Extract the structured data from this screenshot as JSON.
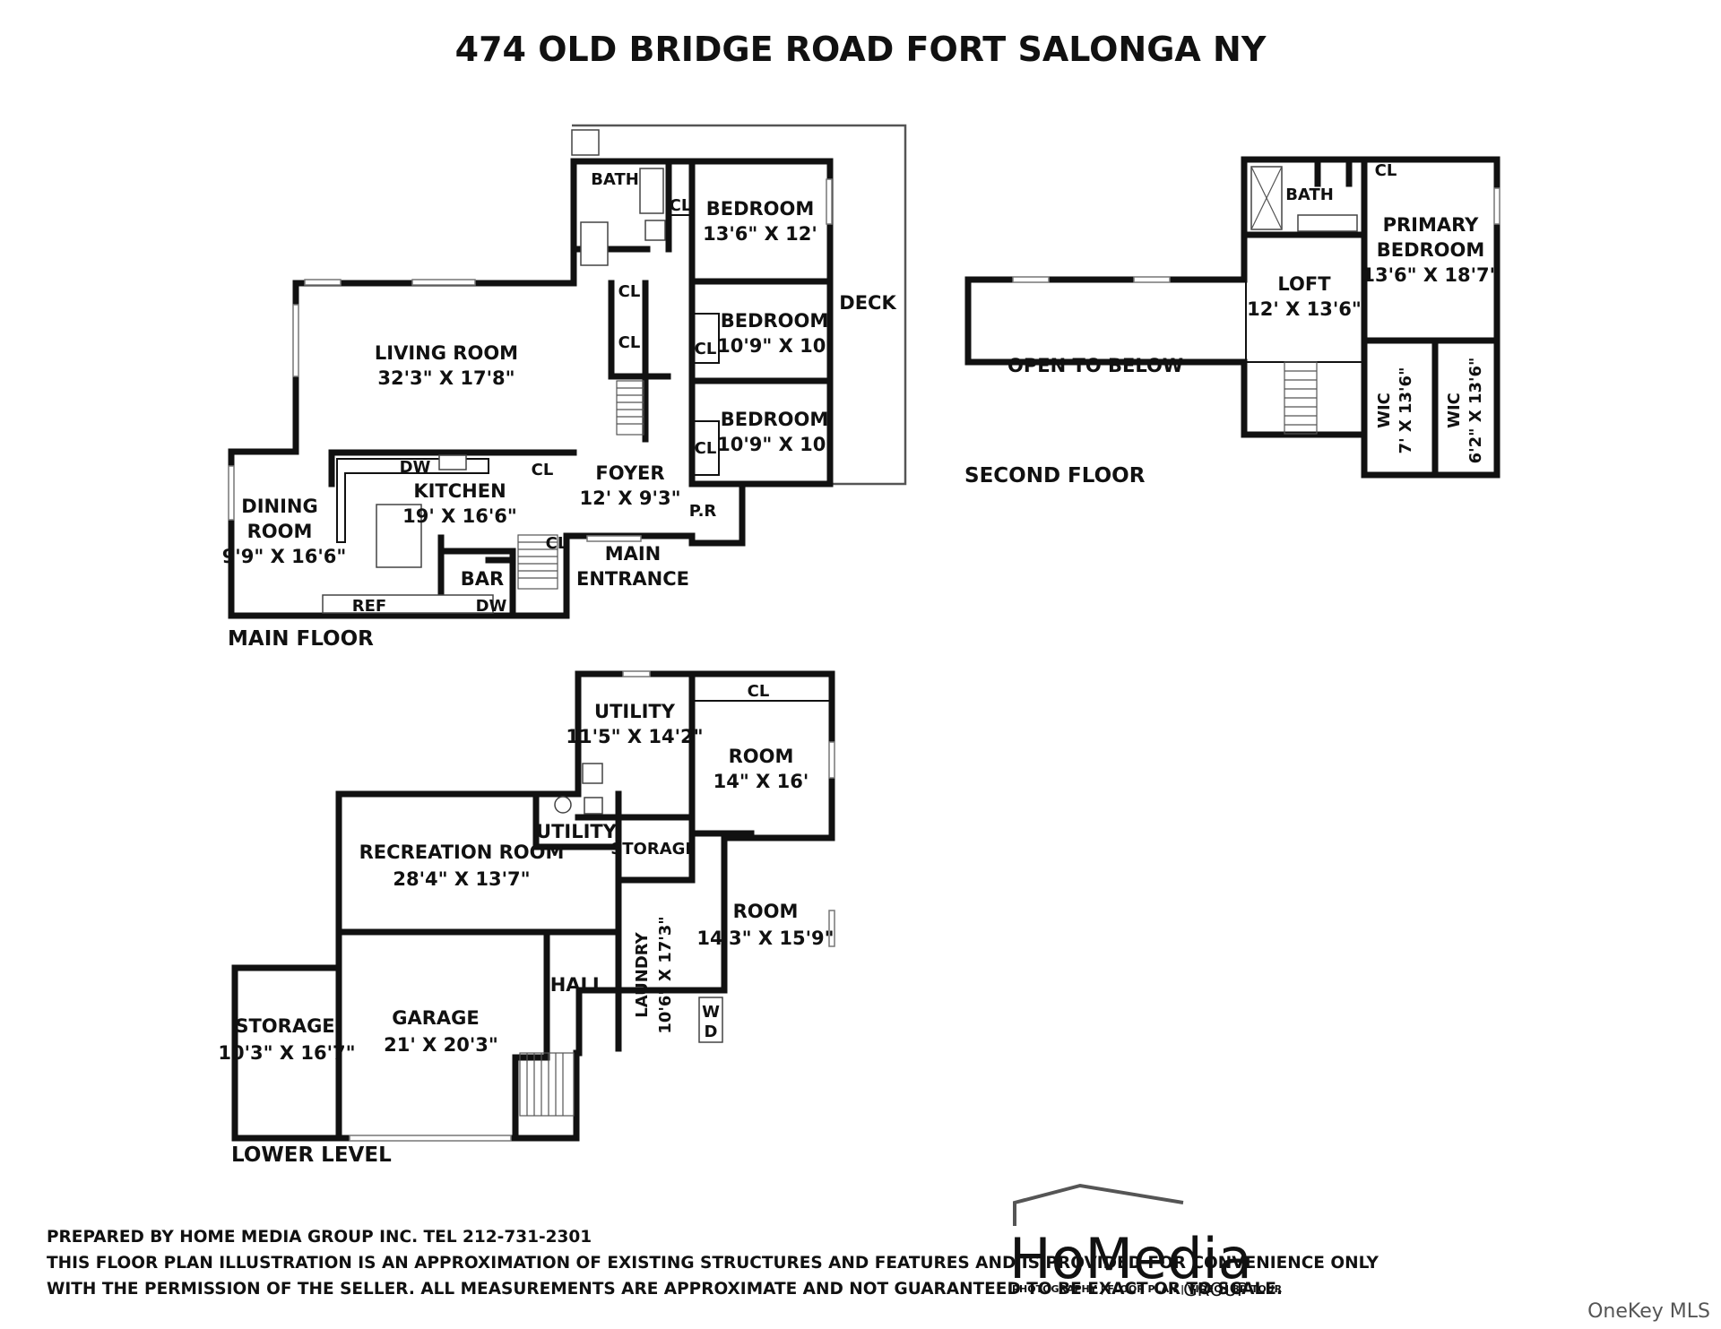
{
  "title": "474 OLD BRIDGE ROAD FORT SALONGA NY",
  "floors": {
    "main": {
      "label": "MAIN FLOOR",
      "rooms": {
        "bath": "BATH",
        "cl_bath": "CL",
        "bedroom1_name": "BEDROOM",
        "bedroom1_dim": "13'6\" X 12'",
        "deck": "DECK",
        "cl_hall": "CL",
        "bedroom2_name": "BEDROOM",
        "bedroom2_dim": "10'9\" X 10'",
        "cl_bed2": "CL",
        "cl_hall2": "CL",
        "living_name": "LIVING ROOM",
        "living_dim": "32'3\" X 17'8\"",
        "bedroom3_name": "BEDROOM",
        "bedroom3_dim": "10'9\" X 10'",
        "cl_bed3": "CL",
        "dw1": "DW",
        "kitchen_name": "KITCHEN",
        "kitchen_dim": "19' X 16'6\"",
        "cl_kitchen": "CL",
        "foyer_name": "FOYER",
        "foyer_dim": "12' X 9'3\"",
        "pr": "P.R",
        "dining_name1": "DINING",
        "dining_name2": "ROOM",
        "dining_dim": "9'9\" X 16'6\"",
        "cl_stair": "CL",
        "entrance1": "MAIN",
        "entrance2": "ENTRANCE",
        "bar": "BAR",
        "ref": "REF",
        "dw2": "DW"
      }
    },
    "second": {
      "label": "SECOND FLOOR",
      "rooms": {
        "bath": "BATH",
        "cl": "CL",
        "primary1": "PRIMARY",
        "primary2": "BEDROOM",
        "primary_dim": "13'6\" X 18'7\"",
        "loft_name": "LOFT",
        "loft_dim": "12' X 13'6\"",
        "open": "OPEN TO BELOW",
        "wic1_name": "WIC",
        "wic1_dim": "7' X 13'6\"",
        "wic2_name": "WIC",
        "wic2_dim": "6'2\" X 13'6\""
      }
    },
    "lower": {
      "label": "LOWER LEVEL",
      "rooms": {
        "utility1_name": "UTILITY",
        "utility1_dim": "11'5\" X 14'2\"",
        "cl": "CL",
        "room1_name": "ROOM",
        "room1_dim": "14\" X 16'",
        "utility2_name": "UTILITY",
        "storage1": "STORAGE",
        "rec_name": "RECREATION ROOM",
        "rec_dim": "28'4\" X 13'7\"",
        "room2_name": "ROOM",
        "room2_dim": "14'3\" X 15'9\"",
        "hall": "HALL",
        "laundry_name": "LAUNDRY",
        "laundry_dim": "10'6\" X 17'3\"",
        "washer": "W",
        "dryer": "D",
        "storage2_name": "STORAGE",
        "storage2_dim": "10'3\" X 16'7\"",
        "garage_name": "GARAGE",
        "garage_dim": "21' X 20'3\""
      }
    }
  },
  "footer": {
    "line1": "PREPARED BY  HOME MEDIA GROUP INC.  TEL 212-731-2301",
    "line2": "THIS FLOOR PLAN ILLUSTRATION IS AN APPROXIMATION OF EXISTING STRUCTURES AND FEATURES AND IS PROVIDED FOR CONVENIENCE ONLY",
    "line3": "WITH THE PERMISSION OF THE SELLER. ALL MEASUREMENTS ARE APPROXIMATE AND NOT GUARANTEED TO BE EXACT OR TO SCALE."
  },
  "logo": {
    "name": "HoMedia",
    "sub": "GROUP",
    "tagline": "PHOTOGRAPHY | FLOOR PLAN | VIDEO | 3D TOUR"
  },
  "watermark": "OneKey MLS"
}
